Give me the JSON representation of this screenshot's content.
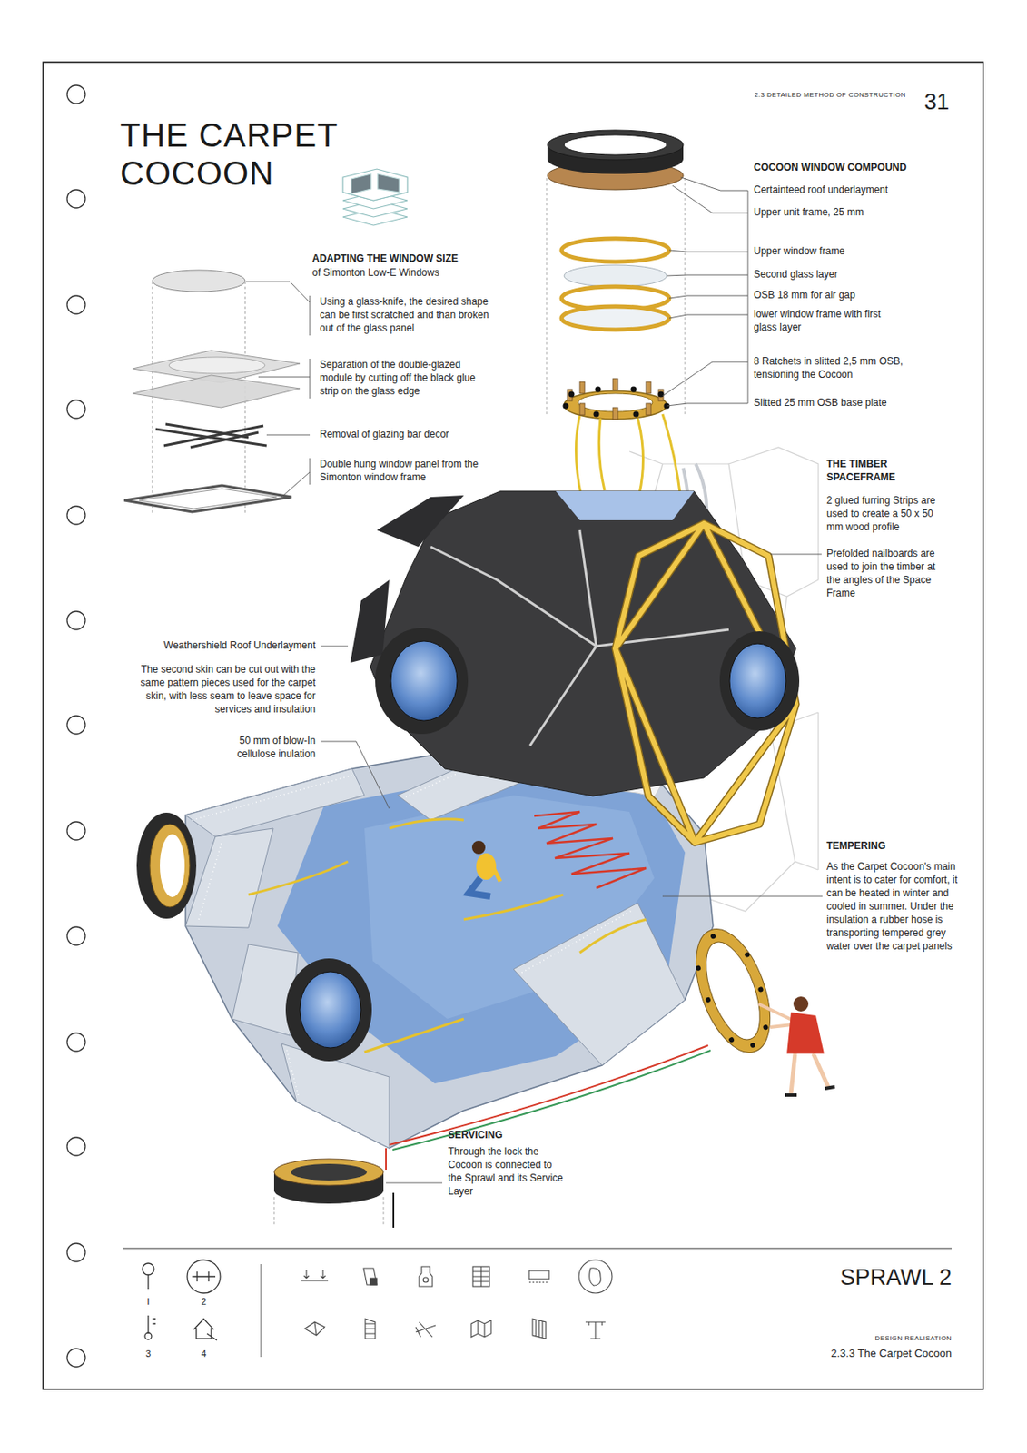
{
  "diagram": {
    "title": "THE CARPET COCOON",
    "labels": [
      "2.3 DETAILED METHOD OF CONSTRUCTION",
      "31",
      "ADAPTING THE WINDOW SIZE",
      "of Simonton Low-E Windows",
      "Using a glass-knife, the desired shape can be first scratched and than broken out of the glass panel",
      "Separation of the double-glazed module by cutting off the black glue strip on the glass edge",
      "Removal of glazing bar decor",
      "Double hung window panel from the Simonton window frame",
      "COCOON WINDOW COMPOUND",
      "Certainteed roof underlayment",
      "Upper unit frame, 25 mm",
      "Upper window frame",
      "Second glass layer",
      "OSB 18 mm for air gap",
      "lower window frame with first glass layer",
      "8 Ratchets in slitted 2,5 mm OSB, tensioning the Cocoon",
      "Slitted 25 mm OSB base plate",
      "THE TIMBER SPACEFRAME",
      "2 glued furring Strips are used to create a 50 x 50 mm wood profile",
      "Prefolded nailboards are used to join the timber at the angles of the Space Frame",
      "Weathershield Roof Underlayment",
      "The second skin can be cut out with the same pattern pieces used for the carpet skin, with less seam to leave space for services and insulation",
      "50 mm of blow-In cellulose inulation",
      "TEMPERING",
      "As the Carpet Cocoon's main intent is to cater for comfort, it can be heated in winter and cooled in summer. Under the insulation a rubber hose is transporting tempered grey water over the carpet panels",
      "SERVICING",
      "Through the lock the Cocoon is connected to the Sprawl and its Service Layer",
      "I",
      "2",
      "3",
      "4",
      "SPRAWL 2",
      "DESIGN REALISATION",
      "2.3.3 The Carpet Cocoon"
    ]
  }
}
